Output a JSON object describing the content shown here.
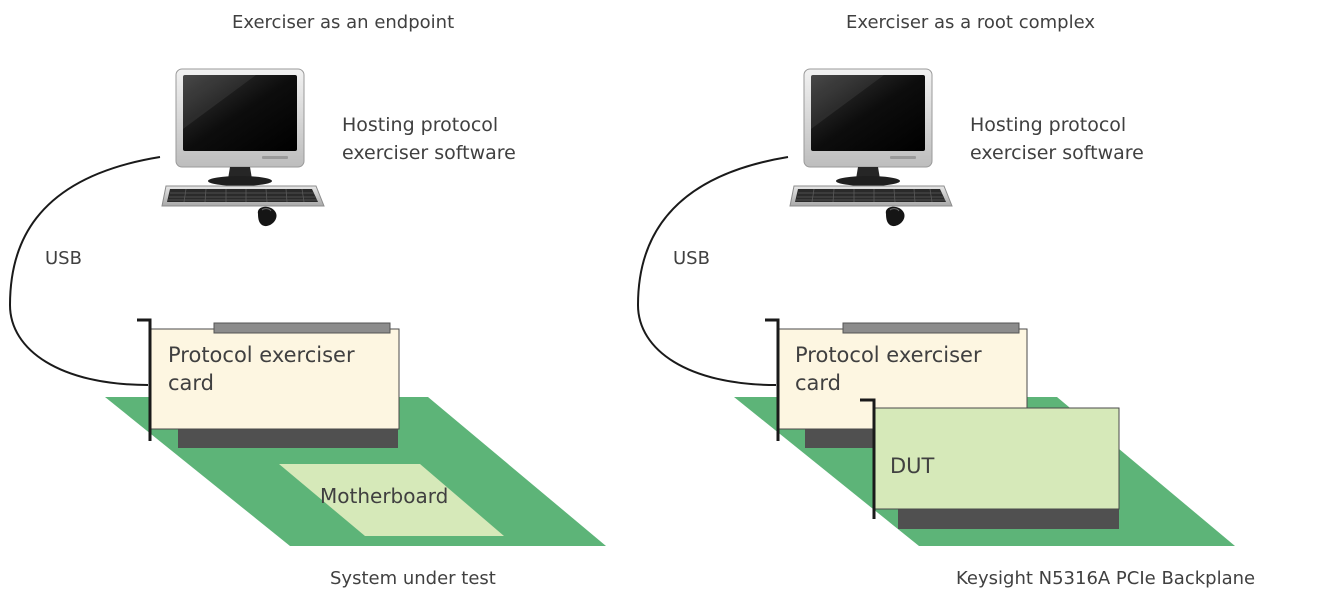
{
  "panels": [
    {
      "title": "Exerciser as an endpoint",
      "host_label_line1": "Hosting protocol",
      "host_label_line2": "exerciser software",
      "cable_label": "USB",
      "card_label_line1": "Protocol exerciser",
      "card_label_line2": "card",
      "board_label": "Motherboard",
      "caption": "System under test"
    },
    {
      "title": "Exerciser as a root complex",
      "host_label_line1": "Hosting protocol",
      "host_label_line2": "exerciser software",
      "cable_label": "USB",
      "card_label_line1": "Protocol exerciser",
      "card_label_line2": "card",
      "dut_label": "DUT",
      "caption": "Keysight N5316A PCIe Backplane"
    }
  ],
  "colors": {
    "board": "#5db478",
    "motherboard_area": "#d6e9b9",
    "exerciser_card": "#fdf6e1",
    "dut_card": "#d6e9b9",
    "connector": "#505050",
    "top_bar": "#8c8c8c",
    "cable": "#1a1a1a",
    "text": "#404040"
  },
  "icons": [
    "desktop-computer-icon",
    "keyboard-icon",
    "mouse-icon"
  ]
}
